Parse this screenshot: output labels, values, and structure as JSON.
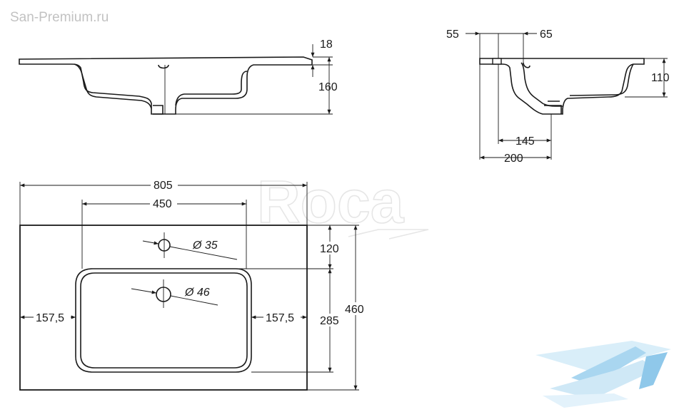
{
  "watermark": "San-Premium.ru",
  "brand_watermark": "Roca",
  "side_view_left": {
    "dim_top": "18",
    "dim_height": "160"
  },
  "side_view_right": {
    "dim_55": "55",
    "dim_65": "65",
    "dim_110": "110",
    "dim_145": "145",
    "dim_200": "200"
  },
  "top_view": {
    "dim_width": "805",
    "dim_bowl_width": "450",
    "dim_tap_hole": "Ø 35",
    "dim_drain": "Ø 46",
    "dim_left_margin": "157,5",
    "dim_right_margin": "157,5",
    "dim_back_margin": "120",
    "dim_bowl_depth": "285",
    "dim_depth": "460"
  },
  "colors": {
    "line": "#1a1a1a",
    "watermark_text": "#c2c2c2",
    "logo_light": "#cfe8f6",
    "logo_mid": "#8fc8ea"
  }
}
